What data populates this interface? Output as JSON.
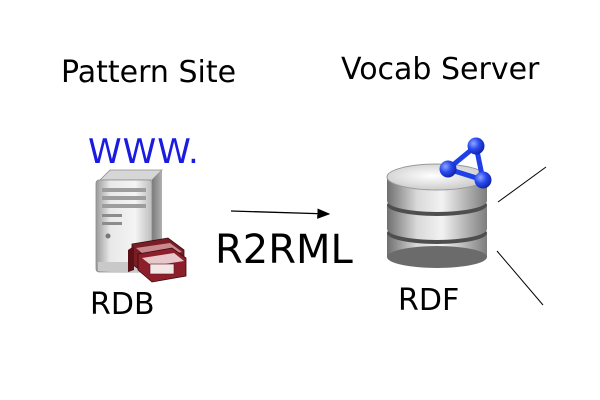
{
  "left_section": {
    "title": "Pattern Site",
    "web_prefix": "WWW.",
    "store_label": "RDB"
  },
  "right_section": {
    "title": "Vocab Server",
    "store_label": "RDF"
  },
  "mapping": {
    "label": "R2RML"
  },
  "colors": {
    "link_blue": "#1a1ae0",
    "graph_blue": "#1f3fe8",
    "text": "#000000"
  },
  "icons": [
    "server-icon",
    "database-records-icon",
    "database-cylinder-icon",
    "graph-icon"
  ]
}
